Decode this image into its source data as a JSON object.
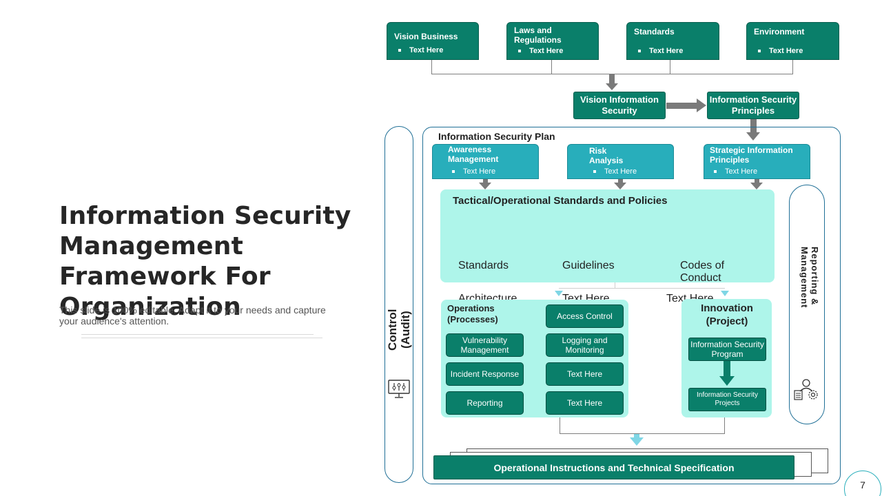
{
  "slide": {
    "title": "Information Security Management Framework For Organization",
    "subtitle": "This slide is 100% editable. Adapt it to your needs and capture your audience's attention.",
    "page_number": "7"
  },
  "top_boxes": [
    {
      "title": "Vision Business",
      "bullet": "Text Here"
    },
    {
      "title": "Laws and Regulations",
      "bullet": "Text Here"
    },
    {
      "title": "Standards",
      "bullet": "Text Here"
    },
    {
      "title": "Environment",
      "bullet": "Text Here"
    }
  ],
  "vision_info_security": "Vision Information Security",
  "info_security_principles": "Information Security Principles",
  "plan": {
    "label": "Information Security Plan",
    "boxes": [
      {
        "title": "Awareness Management",
        "bullet": "Text Here"
      },
      {
        "title": "Risk Analysis",
        "bullet": "Text Here"
      },
      {
        "title": "Strategic Information Principles",
        "bullet": "Text Here"
      }
    ]
  },
  "tactical": {
    "title": "Tactical/Operational  Standards and Policies",
    "items": [
      "Standards",
      "Guidelines",
      "Codes of Conduct",
      "Architecture",
      "Text Here",
      "Text Here"
    ]
  },
  "operations": {
    "title": "Operations (Processes)",
    "left": [
      "Vulnerability Management",
      "Incident Response",
      "Reporting"
    ],
    "right": [
      "Access Control",
      "Logging and Monitoring",
      "Text Here",
      "Text Here"
    ]
  },
  "innovation": {
    "title": "Innovation (Project)",
    "program": "Information Security Program",
    "projects": "Information Security Projects"
  },
  "control_label": "Control (Audit)",
  "reporting_label": "Reporting & Management",
  "bottom_bar": "Operational Instructions and Technical Specification",
  "icons": [
    "monitor-settings-icon",
    "manager-cog-icon"
  ],
  "colors": {
    "dark_green": "#0a7f6a",
    "teal": "#28aebb",
    "mint": "#aef5ea",
    "frame": "#1f6f96"
  }
}
